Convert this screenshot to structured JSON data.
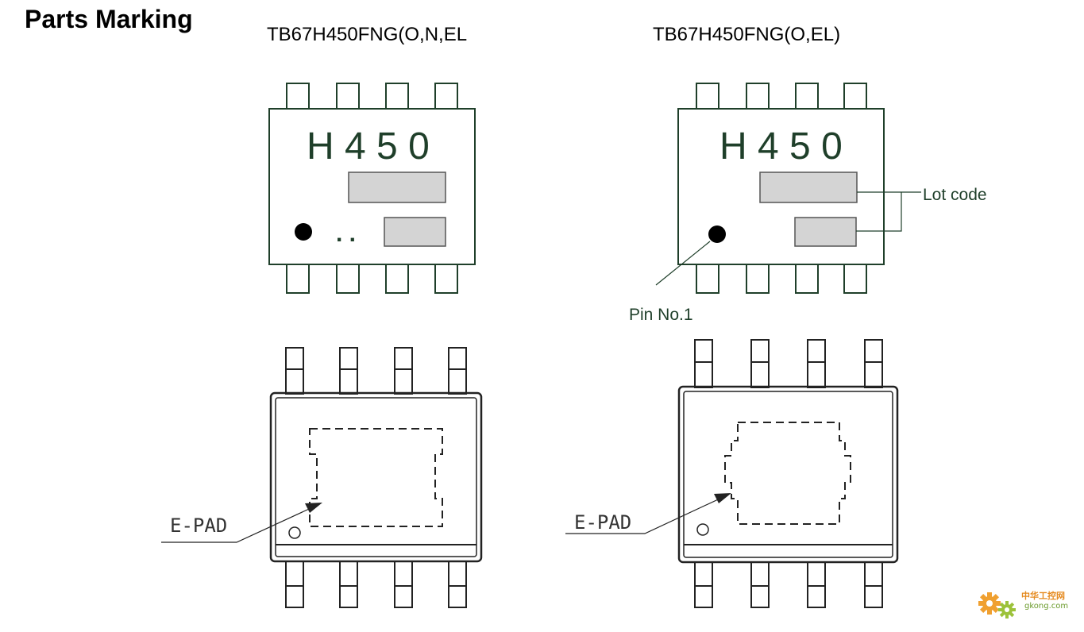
{
  "page": {
    "title": "Parts Marking"
  },
  "packages": {
    "left": {
      "label": "TB67H450FNG(O,N,EL",
      "marking": "H 4 5 0",
      "dots": ". ."
    },
    "right": {
      "label": "TB67H450FNG(O,EL)",
      "marking": "H 4 5 0"
    }
  },
  "annotations": {
    "lot_code": "Lot code",
    "pin1": "Pin No.1",
    "epad_left": "E-PAD",
    "epad_right": "E-PAD"
  },
  "watermark": {
    "text": "中华工控网",
    "url": "gkong.com"
  },
  "colors": {
    "outline": "#1f3f2a",
    "lot_box_fill": "#d4d4d4",
    "bottom_outline": "#222222"
  }
}
